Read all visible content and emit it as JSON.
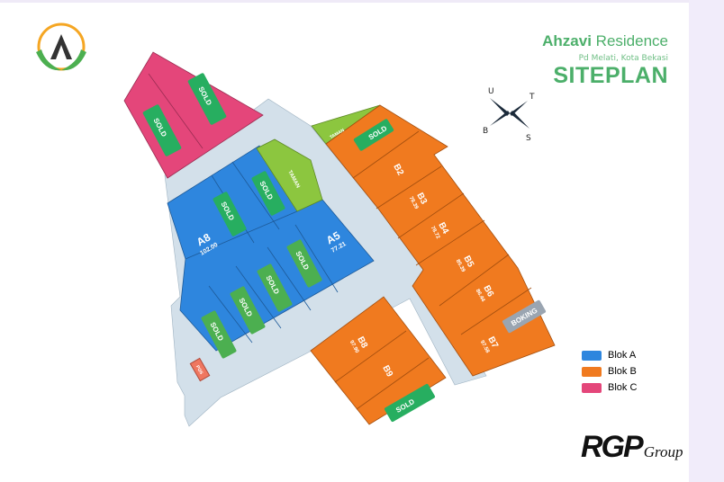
{
  "header": {
    "brand_bold": "Ahzavi",
    "brand_rest": "Residence",
    "location": "Pd Melati, Kota Bekasi",
    "title": "SITEPLAN"
  },
  "compass": {
    "north": "U",
    "east": "T",
    "south": "S",
    "west": "B"
  },
  "colors": {
    "blok_a": "#2e86de",
    "blok_b": "#f07a1f",
    "blok_c": "#e4467a",
    "taman": "#8cc63f",
    "road": "#d3e0ea",
    "sold": "#27ae60",
    "boking": "#9aa5b1",
    "accent": "#4caf6a"
  },
  "plots": {
    "A1": {
      "status": "SOLD"
    },
    "A2": {
      "status": "SOLD"
    },
    "A3": {
      "status": "SOLD"
    },
    "A4": {
      "status": "SOLD"
    },
    "A5": {
      "area": "77.21"
    },
    "A6": {
      "status": "SOLD"
    },
    "A7": {
      "status": "SOLD"
    },
    "A8": {
      "area": "102.00"
    },
    "B1": {
      "status": "SOLD"
    },
    "B2": {
      "area": ""
    },
    "B3": {
      "area": "78.39"
    },
    "B4": {
      "area": "78.72"
    },
    "B5": {
      "area": "85.39"
    },
    "B6": {
      "area": "86.44"
    },
    "B7": {
      "area": "97.58",
      "status": "BOKING"
    },
    "B8": {
      "area": "97.90"
    },
    "B9": {
      "area": ""
    },
    "B10": {
      "status": "SOLD"
    },
    "C1": {
      "status": "SOLD"
    },
    "C2": {
      "status": "SOLD"
    }
  },
  "taman_label": "TAMAN",
  "pos_label": "POS",
  "legend": [
    {
      "label": "Blok A",
      "color": "#2e86de"
    },
    {
      "label": "Blok B",
      "color": "#f07a1f"
    },
    {
      "label": "Blok C",
      "color": "#e4467a"
    }
  ],
  "footer": {
    "brand": "RGP",
    "brand_suffix": "Group"
  }
}
